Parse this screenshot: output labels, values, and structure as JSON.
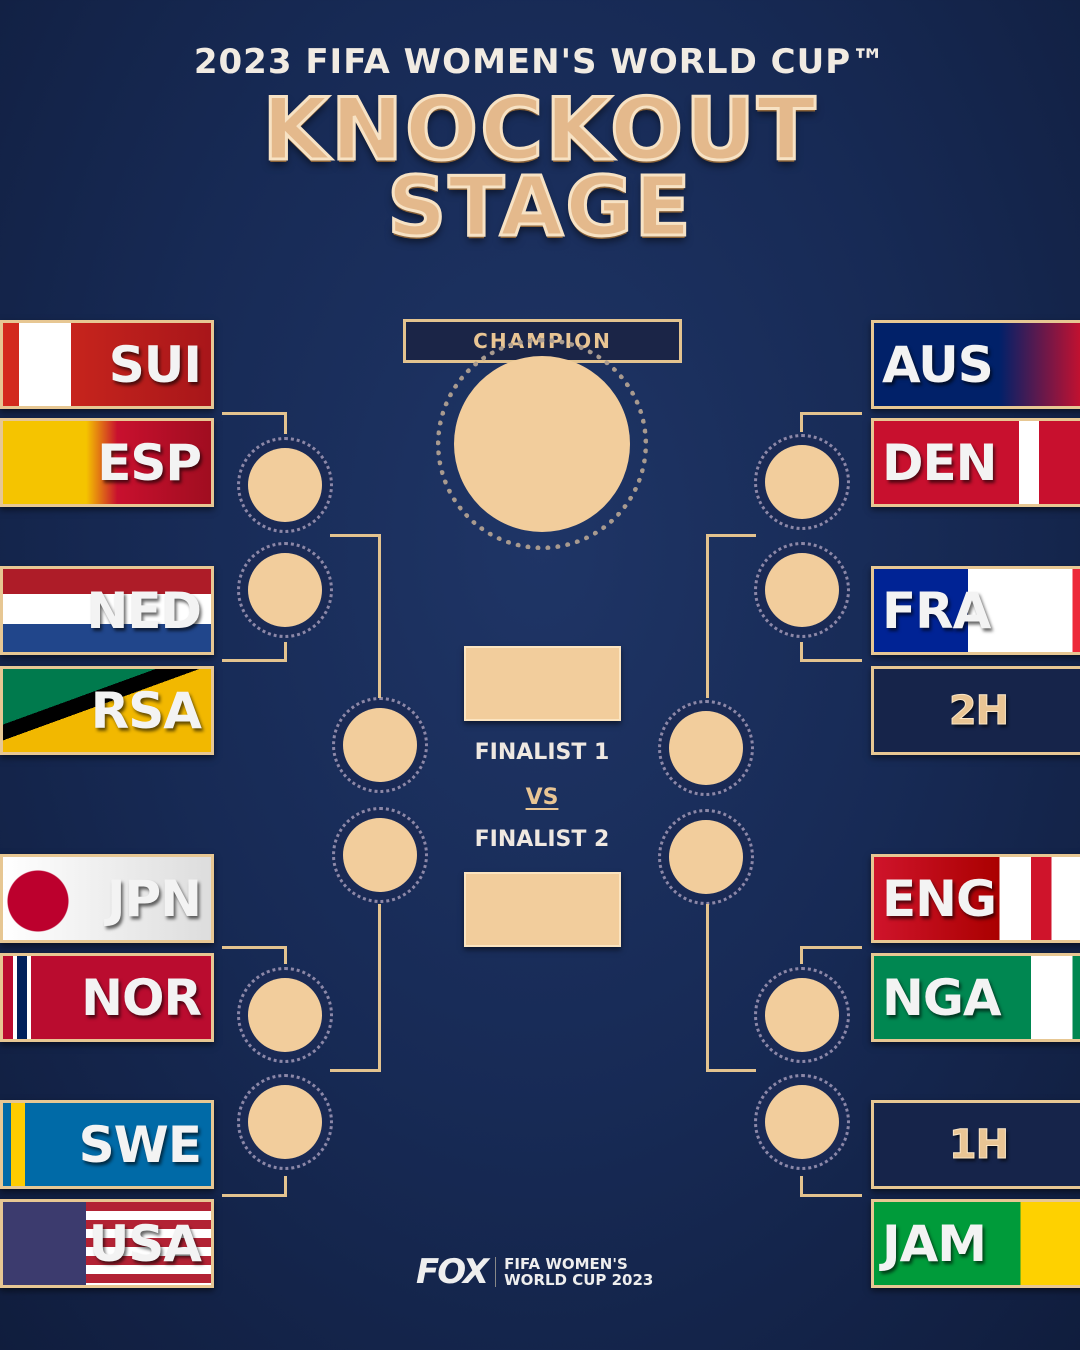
{
  "header": {
    "subtitle": "2023 FIFA WOMEN'S WORLD CUP™",
    "title_line1": "KNOCKOUT",
    "title_line2": "STAGE"
  },
  "center": {
    "champion_label": "CHAMPION",
    "finalist1": "FINALIST 1",
    "vs": "VS",
    "finalist2": "FINALIST 2"
  },
  "left_teams": [
    {
      "code": "SUI",
      "flag": "switzerland"
    },
    {
      "code": "ESP",
      "flag": "spain"
    },
    {
      "code": "NED",
      "flag": "netherlands"
    },
    {
      "code": "RSA",
      "flag": "south-africa"
    },
    {
      "code": "JPN",
      "flag": "japan"
    },
    {
      "code": "NOR",
      "flag": "norway"
    },
    {
      "code": "SWE",
      "flag": "sweden"
    },
    {
      "code": "USA",
      "flag": "usa"
    }
  ],
  "right_teams": [
    {
      "code": "AUS",
      "flag": "australia"
    },
    {
      "code": "DEN",
      "flag": "denmark"
    },
    {
      "code": "FRA",
      "flag": "france"
    },
    {
      "code": "2H",
      "flag": null
    },
    {
      "code": "ENG",
      "flag": "england"
    },
    {
      "code": "NGA",
      "flag": "nigeria"
    },
    {
      "code": "1H",
      "flag": null
    },
    {
      "code": "JAM",
      "flag": "jamaica"
    }
  ],
  "footer": {
    "broadcaster": "FOX",
    "event_line1": "FIFA WOMEN'S",
    "event_line2": "WORLD CUP 2023"
  },
  "colors": {
    "gold": "#e3c38f",
    "slot": "#f2cd9c",
    "background": "#172a55"
  }
}
